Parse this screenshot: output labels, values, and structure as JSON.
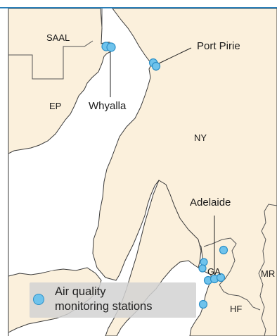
{
  "colors": {
    "land": "#fbf0dc",
    "water": "#ffffff",
    "boundary": "#555555",
    "coast": "#3a3a3a",
    "frame_top": "#2a7fb8",
    "marker_fill": "#6fc3ec",
    "marker_stroke": "#2b8fc7"
  },
  "regions": {
    "saal": "SAAL",
    "ep": "EP",
    "ny": "NY",
    "ga": "GA",
    "mr": "MR",
    "hf": "HF"
  },
  "cities": {
    "port_pirie": "Port Pirie",
    "whyalla": "Whyalla",
    "adelaide": "Adelaide"
  },
  "legend": {
    "line1": "Air quality",
    "line2": "monitoring stations"
  },
  "marker_icon": "circle-marker-icon"
}
